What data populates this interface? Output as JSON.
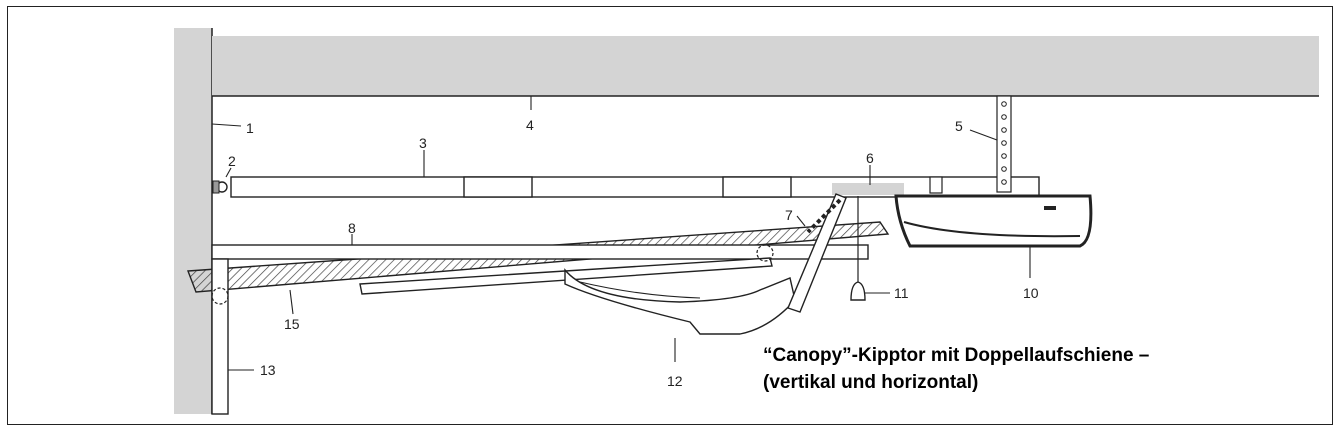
{
  "caption": {
    "line1": "“Canopy”-Kipptor mit Doppellaufschiene –",
    "line2": "(vertikal und horizontal)"
  },
  "labels": [
    "1",
    "2",
    "3",
    "4",
    "5",
    "6",
    "7",
    "8",
    "10",
    "11",
    "12",
    "13",
    "15"
  ],
  "colors": {
    "ceiling": "#d4d4d4",
    "wall": "#d4d4d4",
    "stroke": "#222222",
    "hatch": "#444444"
  }
}
